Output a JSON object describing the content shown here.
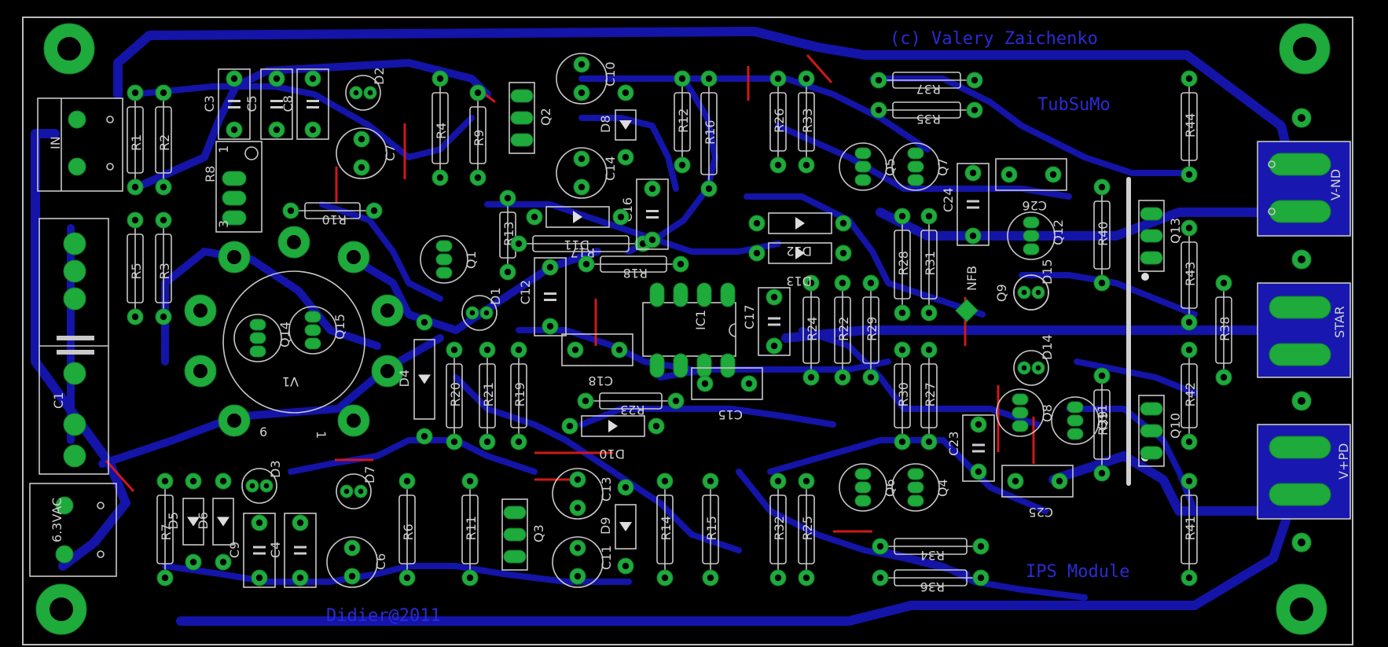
{
  "board": {
    "copyright": "(c) Valery Zaichenko",
    "project": "TubSuMo",
    "module": "IPS Module",
    "author": "Didier@2011"
  },
  "connectors": {
    "in": "IN",
    "ac": "6.3VAC",
    "vnd": "V-ND",
    "star": "STAR",
    "vpd": "V+PD",
    "nfb": "NFB"
  },
  "components": {
    "tube": "V1",
    "tube_pin6": "6",
    "tube_pin1": "1",
    "cap_big": "C1",
    "trimmer": "R8",
    "trimmer_pin1": "1",
    "trimmer_pin3": "3",
    "resistors_h": [
      "R10",
      "R17",
      "R18",
      "R23",
      "R37",
      "R35",
      "R34",
      "R36"
    ],
    "resistors_v": [
      "R1",
      "R2",
      "R5",
      "R3",
      "R4",
      "R9",
      "R12",
      "R16",
      "R26",
      "R33",
      "R44",
      "R13",
      "R28",
      "R31",
      "R40",
      "R43",
      "R38",
      "R24",
      "R22",
      "R29",
      "R20",
      "R21",
      "R19",
      "R30",
      "R27",
      "R42",
      "R39",
      "R7",
      "R6",
      "R11",
      "R14",
      "R15",
      "R32",
      "R25",
      "R41"
    ],
    "caps": [
      "C3",
      "C5",
      "C8",
      "C10",
      "C7",
      "C14",
      "C16",
      "C12",
      "C17",
      "C18",
      "C15",
      "C24",
      "C26",
      "C23",
      "C25",
      "C9",
      "C4",
      "C6",
      "C13",
      "C11"
    ],
    "diodes": [
      "D2",
      "D8",
      "D11",
      "D12",
      "D13",
      "D1",
      "D4",
      "D10",
      "D5",
      "D6",
      "D3",
      "D7",
      "D9",
      "D14",
      "D15"
    ],
    "transistors": [
      "Q2",
      "Q5",
      "Q7",
      "Q13",
      "Q9",
      "Q12",
      "Q14",
      "Q15",
      "Q3",
      "Q6",
      "Q4",
      "Q8",
      "Q11",
      "Q10",
      "Q1"
    ],
    "ic": "IC1"
  }
}
